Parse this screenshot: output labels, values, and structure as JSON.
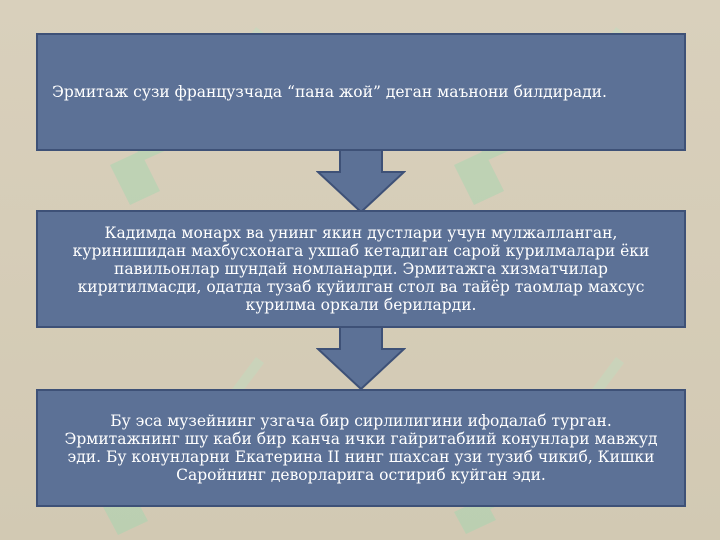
{
  "diagram": {
    "boxes": [
      {
        "text": "Эрмитаж сузи французчада “пана жой” деган маънони билдиради."
      },
      {
        "text": "Кадимда монарх ва унинг якин дустлари учун мулжалланган, куринишидан махбусхонага ухшаб кетадиган сарой курилмалари ёки павильонлар шундай номланарди. Эрмитажга хизматчилар киритилмасди, одатда тузаб куйилган стол ва тайёр таомлар махсус курилма оркали бериларди."
      },
      {
        "text": "Бу эса музейнинг узгача бир сирлилигини ифодалаб турган. Эрмитажнинг шу каби бир канча ички гайритабиий конунлари мавжуд эди. Бу конунларни Екатерина II нинг шахсан узи тузиб чикиб, Кишки Саройнинг деворларига остириб куйган эди."
      }
    ],
    "arrows": [
      {
        "from": 0,
        "to": 1
      },
      {
        "from": 1,
        "to": 2
      }
    ]
  },
  "colors": {
    "background": "#d6cdb8",
    "box_fill": "#5c7196",
    "box_border": "#3e5177",
    "text": "#ffffff",
    "watermark": "#9fd7b0"
  }
}
